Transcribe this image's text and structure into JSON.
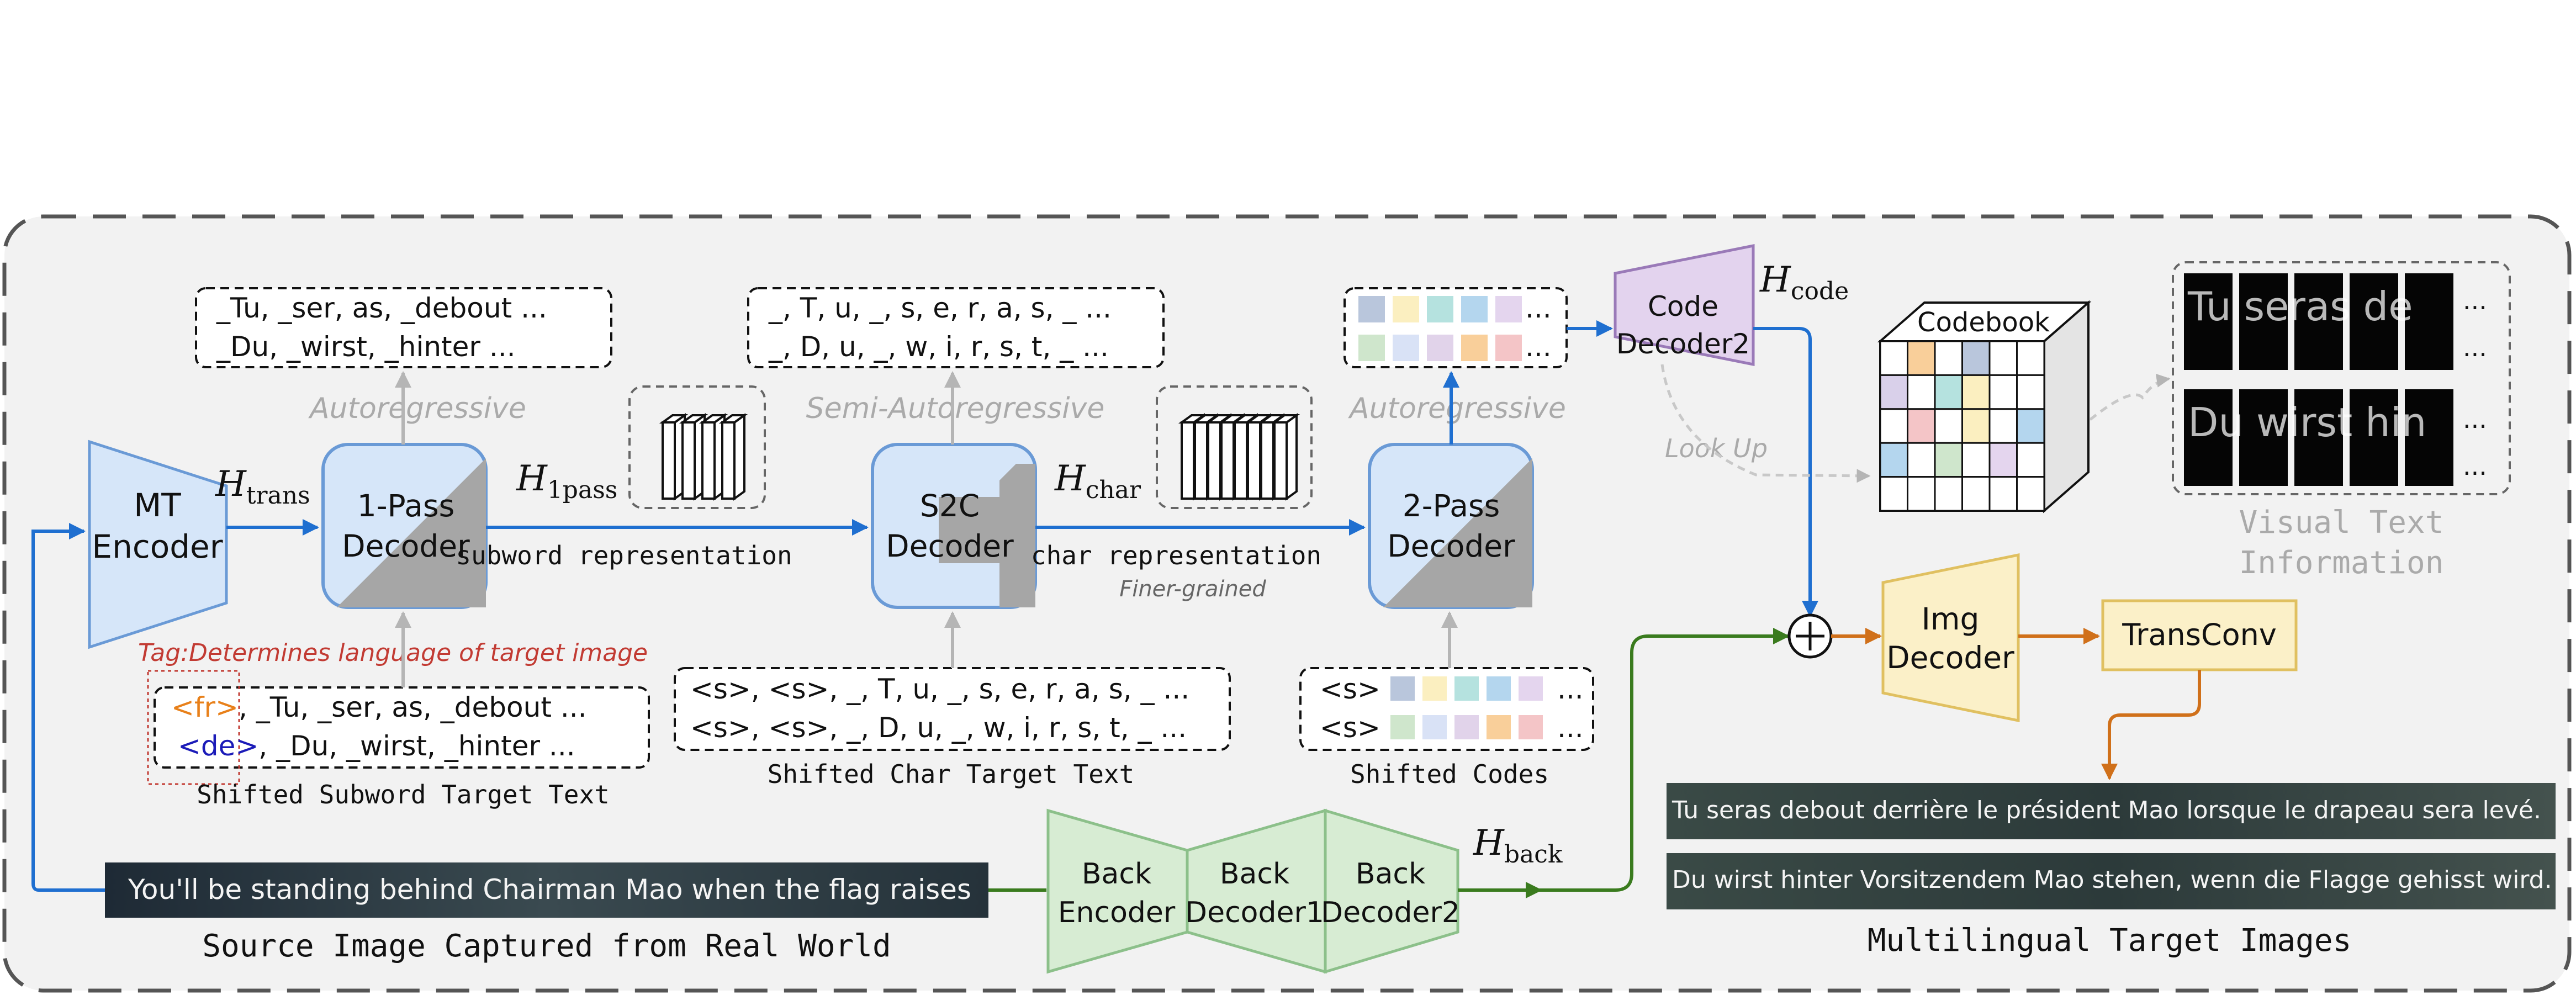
{
  "modules": {
    "mt_encoder": [
      "MT",
      "Encoder"
    ],
    "pass1_decoder": [
      "1-Pass",
      "Decoder"
    ],
    "s2c_decoder": [
      "S2C",
      "Decoder"
    ],
    "pass2_decoder": [
      "2-Pass",
      "Decoder"
    ],
    "code_decoder2": [
      "Code",
      "Decoder2"
    ],
    "img_decoder": [
      "Img",
      "Decoder"
    ],
    "transconv": "TransConv",
    "back_encoder": [
      "Back",
      "Encoder"
    ],
    "back_decoder1": [
      "Back",
      "Decoder1"
    ],
    "back_decoder2": [
      "Back",
      "Decoder2"
    ],
    "codebook": "Codebook"
  },
  "symbols": {
    "h_trans": {
      "base": "H",
      "sub": "trans"
    },
    "h_1pass": {
      "base": "H",
      "sub": "1pass"
    },
    "h_char": {
      "base": "H",
      "sub": "char"
    },
    "h_code": {
      "base": "H",
      "sub": "code"
    },
    "h_back": {
      "base": "H",
      "sub": "back"
    }
  },
  "labels": {
    "autoregressive_1": "Autoregressive",
    "semi_autoregressive": "Semi-Autoregressive",
    "autoregressive_2": "Autoregressive",
    "subword_representation": "subword representation",
    "char_representation": "char representation",
    "finer_grained": "Finer-grained",
    "look_up": "Look Up",
    "visual_text_information": [
      "Visual Text",
      "Information"
    ],
    "tag_note": "Tag:Determines language of target image",
    "shifted_subword": "Shifted Subword Target Text",
    "shifted_char": "Shifted Char Target Text",
    "shifted_codes": "Shifted Codes",
    "source_image_caption": "Source Image Captured from Real World",
    "multilingual_caption": "Multilingual Target Images"
  },
  "text_boxes": {
    "subword_output": [
      "_Tu, _ser, as, _debout ...",
      "_Du, _wirst, _hinter ..."
    ],
    "char_output": [
      "_, T, u, _, s, e, r, a, s, _ ...",
      "_, D, u, _, w, i, r, s, t, _ ..."
    ],
    "subword_input": {
      "tags": [
        "<fr>",
        "<de>"
      ],
      "rest": [
        ",  _Tu, _ser, as, _debout ...",
        ", _Du, _wirst, _hinter ..."
      ]
    },
    "char_input": [
      "<s>, <s>,  _, T, u, _, s, e, r, a, s, _ ...",
      "<s>, <s>,  _, D, u, _, w, i, r, s, t, _ ..."
    ],
    "codes_input_prefix": "<s>",
    "ellipsis": "..."
  },
  "images": {
    "source_text": "You'll be standing behind Chairman Mao when the flag raises",
    "target_fr": "Tu seras debout derrière le président Mao lorsque le drapeau sera levé.",
    "target_de": "Du wirst hinter Vorsitzendem Mao stehen, wenn die Flagge gehisst wird.",
    "visual_fr": "Tu seras de",
    "visual_de": "Du wirst hin"
  },
  "colors": {
    "blue_arrow": "#1f6fd0",
    "green_arrow": "#3a7b1e",
    "orange_arrow": "#d0701a",
    "grey_arrow": "#b5b5b5",
    "decoder_fill": "#d6e6f9",
    "decoder_stroke": "#6a9ad6",
    "code_fill": "#e3d3ee",
    "img_fill": "#fbf0c8",
    "back_fill": "#d7ecd3",
    "tag_fr": "#e8801a",
    "tag_de": "#1b1bb8",
    "tag_note": "#c23b33"
  },
  "code_colors_row1": [
    "#b9c6dc",
    "#fbefc0",
    "#b5e2df",
    "#b4d6ee",
    "#e4d5ee"
  ],
  "code_colors_row2": [
    "#cfe6cc",
    "#d9e2f6",
    "#e1d3ea",
    "#f9cf9a",
    "#f4c5c7"
  ],
  "codebook_colored_cells": [
    {
      "cell": "1,0",
      "color": "#f9cf9a"
    },
    {
      "cell": "3,0",
      "color": "#b9c6dc"
    },
    {
      "cell": "0,1",
      "color": "#d9d0ea"
    },
    {
      "cell": "2,1",
      "color": "#b5e2df"
    },
    {
      "cell": "3,1",
      "color": "#fbefc0"
    },
    {
      "cell": "1,2",
      "color": "#f4c5c7"
    },
    {
      "cell": "3,2",
      "color": "#fbefc0"
    },
    {
      "cell": "5,2",
      "color": "#b4d6ee"
    },
    {
      "cell": "0,3",
      "color": "#b4d6ee"
    },
    {
      "cell": "2,3",
      "color": "#cfe6cc"
    },
    {
      "cell": "4,3",
      "color": "#e4d5ee"
    }
  ]
}
